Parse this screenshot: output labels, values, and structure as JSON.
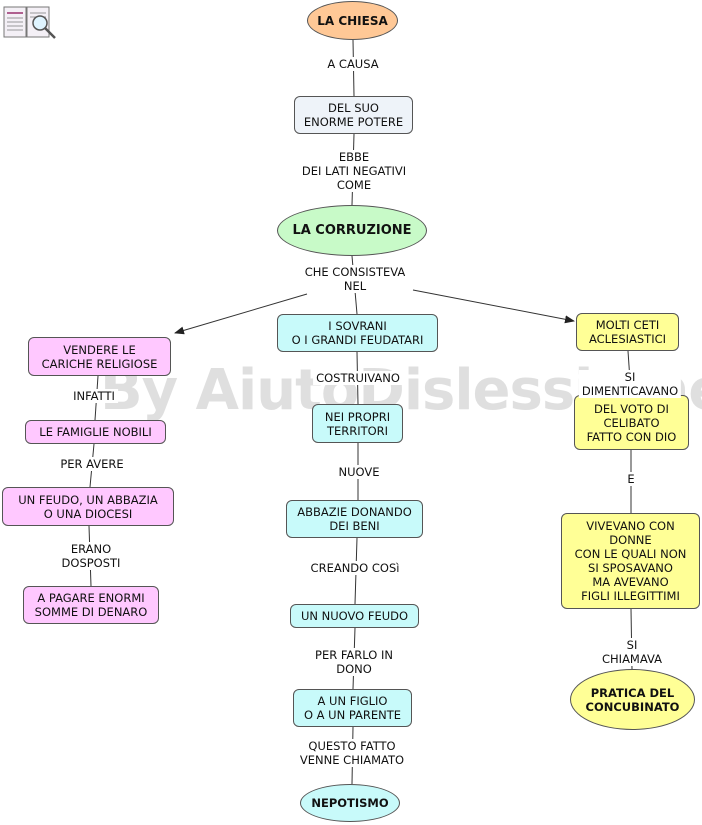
{
  "colors": {
    "orange": "#ffc896",
    "blue_light": "#eef3f9",
    "green": "#c8fac8",
    "cyan": "#c8fafa",
    "pink": "#ffc8ff",
    "yellow": "#ffff96",
    "line": "#333333"
  },
  "watermark": "By AiutoDislessia.net",
  "logo_icon": "book-magnifier-icon",
  "nodes": {
    "chiesa": "LA CHIESA",
    "potere": "DEL SUO\nENORME POTERE",
    "corruzione": "LA CORRUZIONE",
    "vendere": "VENDERE LE\nCARICHE RELIGIOSE",
    "famiglie": "LE FAMIGLIE NOBILI",
    "feudo_abbazia": "UN FEUDO, UN ABBAZIA\nO UNA DIOCESI",
    "pagare": "A PAGARE ENORMI\nSOMME DI DENARO",
    "sovrani": "I SOVRANI\nO I GRANDI FEUDATARI",
    "territori": "NEI PROPRI\nTERRITORI",
    "abbazie": "ABBAZIE DONANDO\nDEI BENI",
    "nuovo_feudo": "UN NUOVO FEUDO",
    "figlio": "A UN FIGLIO\nO A UN PARENTE",
    "nepotismo": "NEPOTISMO",
    "ceti": "MOLTI CETI\nACLESIASTICI",
    "celibato": "DEL VOTO DI\nCELIBATO\nFATTO CON DIO",
    "vivevano": "VIVEVANO CON\nDONNE\nCON LE QUALI NON\nSI SPOSAVANO\nMA AVEVANO\nFIGLI ILLEGITTIMI",
    "concubinato": "PRATICA DEL\nCONCUBINATO"
  },
  "links": {
    "a_causa": "A CAUSA",
    "ebbe": "EBBE\nDEI LATI NEGATIVI\nCOME",
    "consisteva": "CHE CONSISTEVA\nNEL",
    "infatti": "INFATTI",
    "per_avere": "PER AVERE",
    "erano": "ERANO\nDOSPOSTI",
    "costruivano": "COSTRUIVANO",
    "nuove": "NUOVE",
    "creando": "CREANDO COSì",
    "per_farlo": "PER FARLO IN\nDONO",
    "questo_fatto": "QUESTO FATTO\nVENNE CHIAMATO",
    "si_dimenticavano": "SI DIMENTICAVANO",
    "e": "E",
    "si_chiamava": "SI  CHIAMAVA"
  }
}
